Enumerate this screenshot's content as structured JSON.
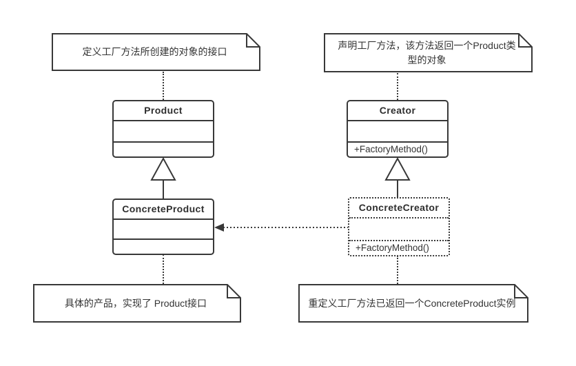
{
  "diagram": {
    "type": "uml-class-diagram",
    "pattern": "Factory Method",
    "colors": {
      "line": "#383838",
      "text": "#333333",
      "background": "#ffffff"
    },
    "notes": {
      "product_interface": {
        "text": "定义工厂方法所创建的对象的接口"
      },
      "creator_declaration": {
        "text": "声明工厂方法，该方法返回一个Product类型的对象"
      },
      "concrete_product": {
        "text": "具体的产品，实现了 Product接口"
      },
      "concrete_creator": {
        "text": "重定义工厂方法已返回一个ConcreteProduct实例"
      }
    },
    "classes": {
      "product": {
        "name": "Product"
      },
      "creator": {
        "name": "Creator",
        "method": "+FactoryMethod()"
      },
      "concrete_product": {
        "name": "ConcreteProduct"
      },
      "concrete_creator": {
        "name": "ConcreteCreator",
        "method": "+FactoryMethod()"
      }
    },
    "edges": {
      "note_to_product": "dotted-anchor",
      "note_to_creator": "dotted-anchor",
      "concreteproduct_extends_product": "generalization",
      "concretecreator_extends_creator": "generalization",
      "concretecreator_creates_concreteproduct": "dotted-dependency",
      "note_to_concreteproduct": "dotted-anchor",
      "note_to_concretecreator": "dotted-anchor"
    }
  }
}
